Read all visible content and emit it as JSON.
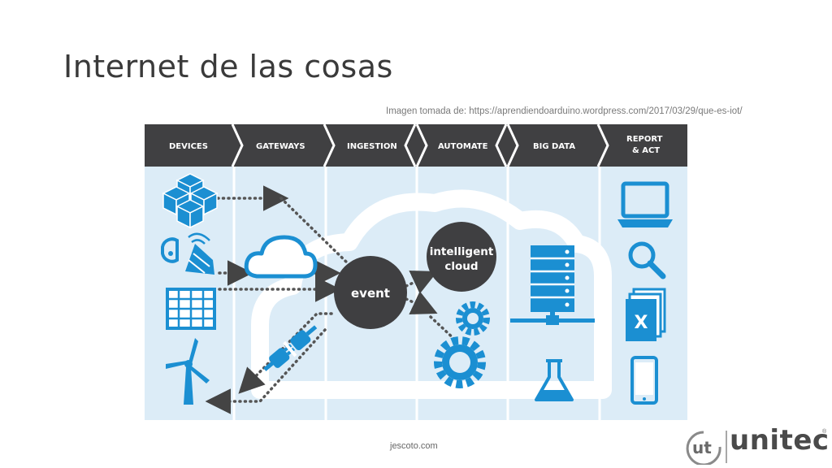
{
  "slide": {
    "title": "Internet de las cosas",
    "caption": "Imagen tomada de: https://aprendiendoarduino.wordpress.com/2017/03/29/que-es-iot/",
    "footer": "jescoto.com"
  },
  "diagram": {
    "stages": [
      "DEVICES",
      "GATEWAYS",
      "INGESTION",
      "AUTOMATE",
      "BIG DATA",
      "REPORT",
      "& ACT"
    ],
    "event_label": "event",
    "cloud_label_line1": "intelligent",
    "cloud_label_line2": "cloud",
    "report_x_label": "X",
    "colors": {
      "header": "#404042",
      "panel": "#dcecf7",
      "accent": "#1b8fd2",
      "node": "#3f3f41",
      "arrow": "#555555"
    }
  },
  "logo": {
    "wordmark": "unitec",
    "symbol": "ut",
    "registered": "®"
  }
}
